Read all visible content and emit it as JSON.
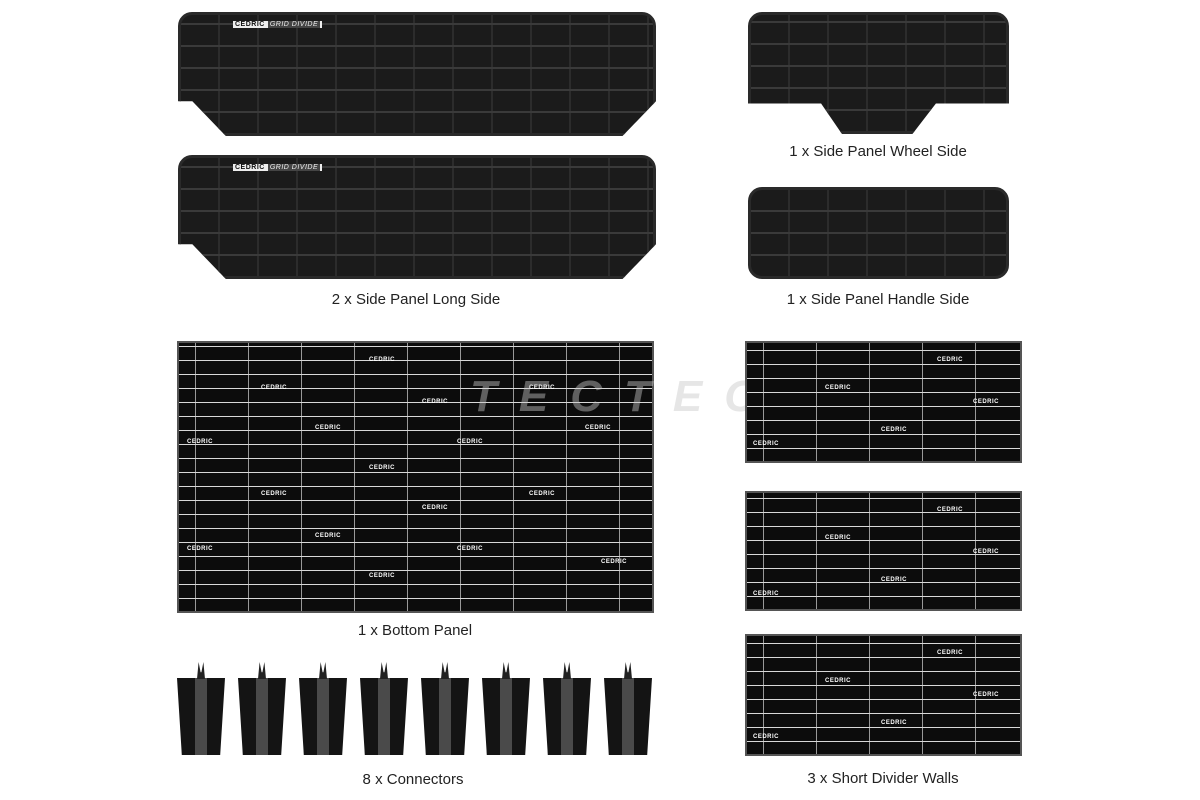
{
  "brand_logo": {
    "name": "CEDRIC",
    "sub": "GRID DIVIDE"
  },
  "watermark": "TECTEC",
  "labels": {
    "long_side": "2 x Side Panel Long Side",
    "wheel_side": "1 x Side Panel Wheel Side",
    "handle_side": "1 x Side Panel Handle Side",
    "bottom_panel": "1 x Bottom Panel",
    "connectors": "8 x Connectors",
    "short_walls": "3 x Short Divider Walls"
  }
}
